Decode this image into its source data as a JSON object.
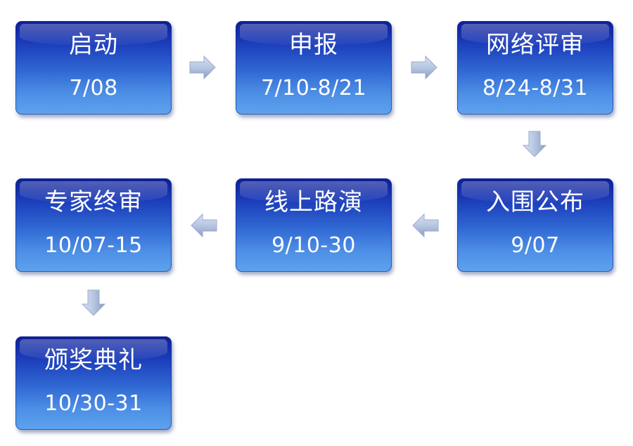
{
  "steps": [
    {
      "title": "启动",
      "date": "7/08"
    },
    {
      "title": "申报",
      "date": "7/10-8/21"
    },
    {
      "title": "网络评审",
      "date": "8/24-8/31"
    },
    {
      "title": "入围公布",
      "date": "9/07"
    },
    {
      "title": "线上路演",
      "date": "9/10-30"
    },
    {
      "title": "专家终审",
      "date": "10/07-15"
    },
    {
      "title": "颁奖典礼",
      "date": "10/30-31"
    }
  ],
  "colors": {
    "box_top": "#0e1f95",
    "box_bottom": "#5ea3ee",
    "text": "#ffffff",
    "arrow": "#8fa3c9"
  },
  "arrows": [
    {
      "from": "启动",
      "to": "申报",
      "direction": "right"
    },
    {
      "from": "申报",
      "to": "网络评审",
      "direction": "right"
    },
    {
      "from": "网络评审",
      "to": "入围公布",
      "direction": "down"
    },
    {
      "from": "入围公布",
      "to": "线上路演",
      "direction": "left"
    },
    {
      "from": "线上路演",
      "to": "专家终审",
      "direction": "left"
    },
    {
      "from": "专家终审",
      "to": "颁奖典礼",
      "direction": "down"
    }
  ]
}
